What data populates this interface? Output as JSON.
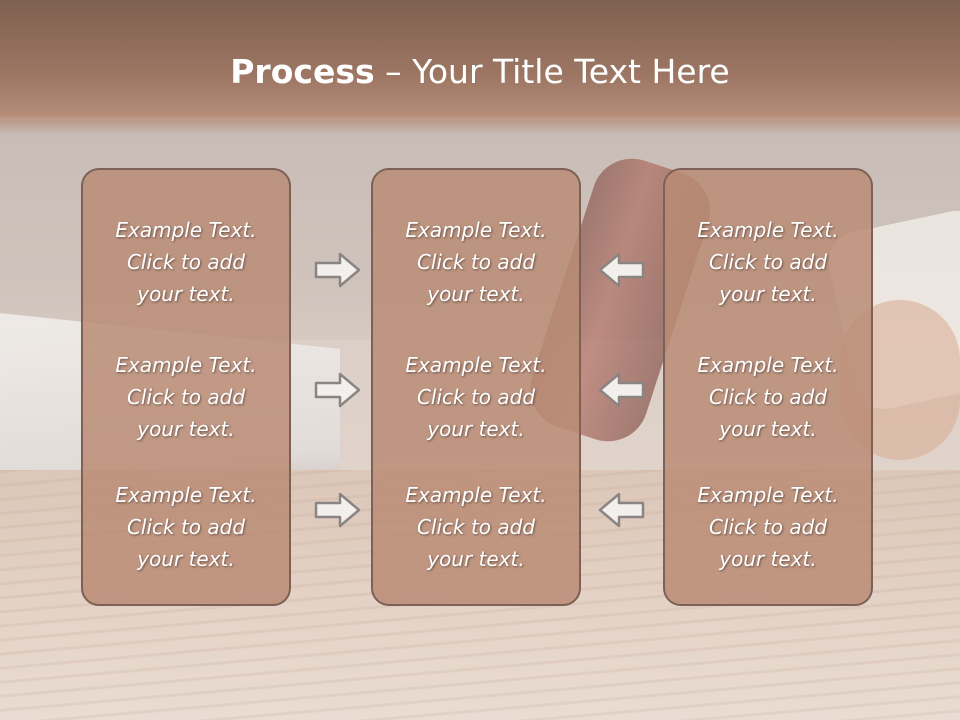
{
  "title": {
    "bold": "Process",
    "rest": " – Your Title Text Here"
  },
  "columns": [
    {
      "items": [
        [
          "Example Text.",
          "Click  to add",
          "your text."
        ],
        [
          "Example Text.",
          "Click  to add",
          "your text."
        ],
        [
          "Example Text.",
          "Click  to add",
          "your text."
        ]
      ]
    },
    {
      "items": [
        [
          "Example Text.",
          "Click  to add",
          "your text."
        ],
        [
          "Example Text.",
          "Click  to add",
          "your text."
        ],
        [
          "Example Text.",
          "Click  to add",
          "your text."
        ]
      ]
    },
    {
      "items": [
        [
          "Example Text.",
          "Click  to add",
          "your text."
        ],
        [
          "Example Text.",
          "Click  to add",
          "your text."
        ],
        [
          "Example Text.",
          "Click  to add",
          "your text."
        ]
      ]
    }
  ],
  "arrows": {
    "left_side": "arrow-right-icon",
    "right_side": "arrow-left-icon"
  },
  "colors": {
    "header": "#9c7663",
    "box_fill": "#ba8c75",
    "box_border": "#7d6156",
    "arrow_fill": "#f3efec",
    "arrow_stroke": "#8a8583"
  }
}
